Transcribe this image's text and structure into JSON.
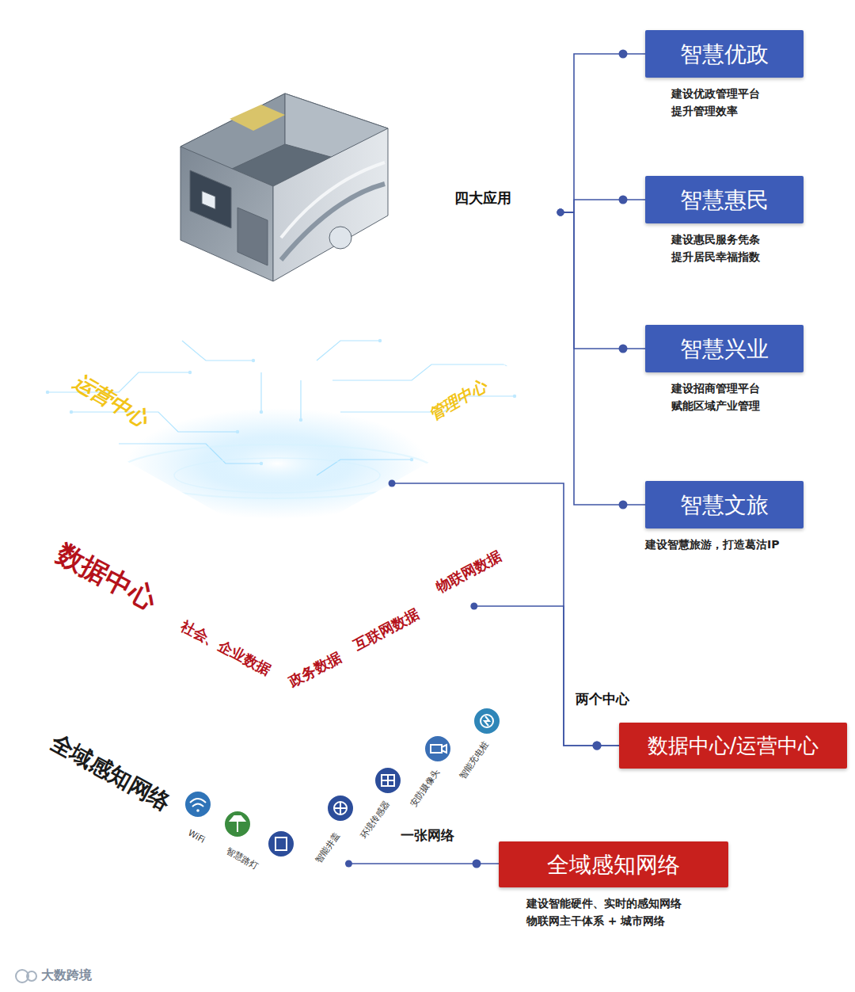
{
  "diagram": {
    "nodes": [
      {
        "text": [
          "四大应用"
        ]
      },
      {
        "text": [
          "运营中心",
          "管理中心"
        ]
      },
      {
        "text": [
          "数据中心",
          "社会、企业数据",
          "政务数据",
          "互联网数据",
          "物联网数据"
        ]
      },
      {
        "text": [
          "全域感知网络",
          "WiFi",
          "智慧路灯",
          "智能井盖",
          "环境传感器",
          "安防摄像头",
          "智能充电桩",
          "一张网络"
        ]
      },
      {
        "text": [
          "智慧优政",
          "建设优政管理平台 提升管理效率"
        ]
      },
      {
        "text": [
          "智慧惠民",
          "建设惠民服务凭条 提升居民幸福指数"
        ]
      },
      {
        "text": [
          "智慧兴业",
          "建设招商管理平台 赋能区域产业管理"
        ]
      },
      {
        "text": [
          "智慧文旅",
          "建设智慧旅游，打造葛沽IP"
        ]
      },
      {
        "text": [
          "数据中心/运营中心"
        ]
      },
      {
        "text": [
          "全域感知网络",
          "建设智能硬件、实时的感知网络 物联网主干体系 + 城市网络"
        ]
      }
    ],
    "edges": [
      {
        "from": 0,
        "to": 4,
        "arrow": "none"
      },
      {
        "from": 0,
        "to": 5,
        "arrow": "none"
      },
      {
        "from": 0,
        "to": 6,
        "arrow": "none"
      },
      {
        "from": 0,
        "to": 7,
        "arrow": "none"
      },
      {
        "from": 1,
        "to": 8,
        "arrow": "none"
      },
      {
        "from": 2,
        "to": 8,
        "arrow": "none"
      },
      {
        "from": 3,
        "to": 9,
        "arrow": "none"
      }
    ],
    "labels": [
      "两个中心",
      "大数跨境"
    ]
  }
}
